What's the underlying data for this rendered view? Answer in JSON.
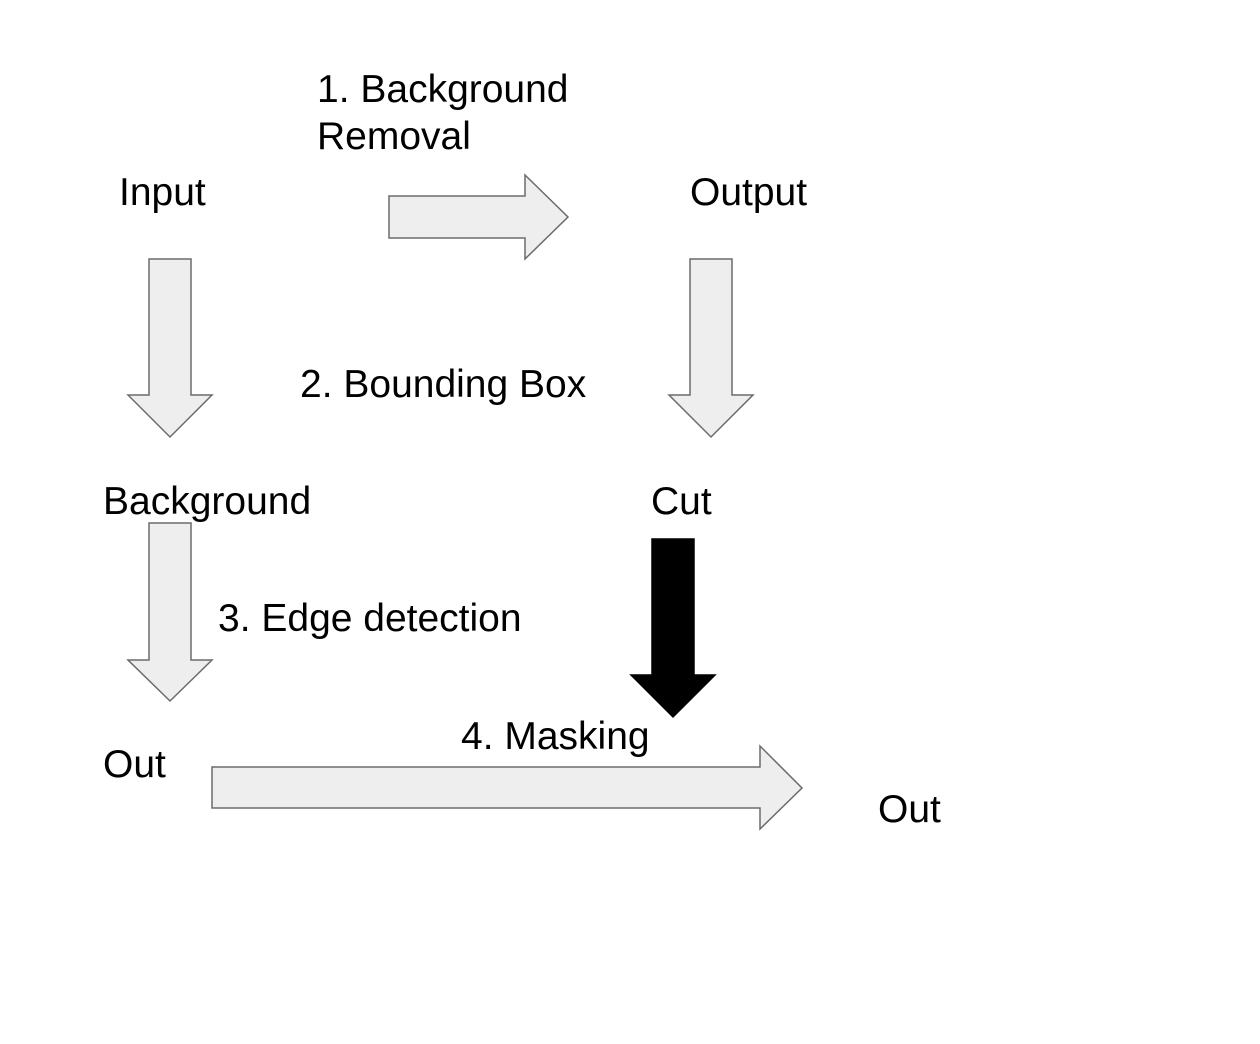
{
  "diagram": {
    "nodes": {
      "input": "Input",
      "output": "Output",
      "background": "Background",
      "cut": "Cut",
      "out_left": "Out",
      "out_right": "Out"
    },
    "steps": {
      "step1_line1": "1. Background",
      "step1_line2": "Removal",
      "step2": "2. Bounding Box",
      "step3": "3. Edge detection",
      "step4": "4. Masking"
    },
    "colors": {
      "arrow_fill": "#eeeeee",
      "arrow_stroke": "#6b6b6b",
      "highlight_arrow_fill": "#000000",
      "text": "#000000",
      "background": "#ffffff"
    }
  }
}
